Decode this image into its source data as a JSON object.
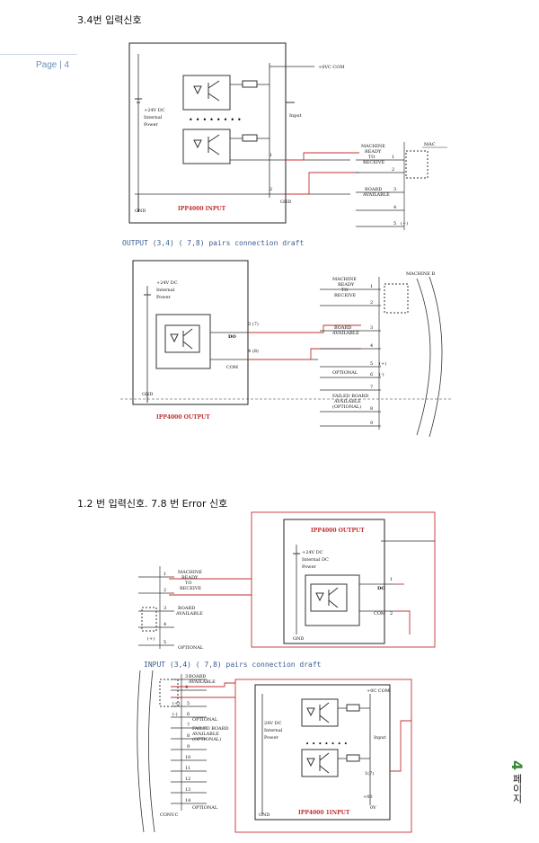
{
  "page": {
    "header_label": "Page | 4",
    "side_label": "페이지",
    "side_number": "4"
  },
  "sections": [
    {
      "heading": "3.4번  입력신호",
      "diagrams": [
        {
          "id": "ipp4000-input",
          "title": "IPP4000 INPUT",
          "supply": [
            "+24V DC",
            "Internal",
            "Power"
          ],
          "labels": {
            "com": "+0VC COM",
            "input": "Input",
            "gnd": "GND",
            "gnd_left": "GND"
          },
          "pins": [
            "1",
            "2"
          ],
          "right_signals": [
            {
              "pin": "1",
              "label": [
                "MACHINE",
                "READY",
                "TO",
                "RECEIVE"
              ]
            },
            {
              "pin": "2",
              "label": []
            },
            {
              "pin": "3",
              "label": [
                "BOARD",
                "AVAILABLE"
              ]
            },
            {
              "pin": "4",
              "label": []
            },
            {
              "pin": "5",
              "label": [
                "(+)"
              ]
            }
          ],
          "machine_label": "MAC"
        },
        {
          "id": "caption-output",
          "caption": "OUTPUT (3,4)  ( 7,8) pairs connection draft"
        },
        {
          "id": "ipp4000-output",
          "title": "IPP4000 OUTPUT",
          "supply": [
            "+24V DC",
            "Internal",
            "Power"
          ],
          "labels": {
            "do": "DO",
            "com": "COM",
            "gnd": "GND",
            "pin3": "3 (7)",
            "pin4": "4 (8)"
          },
          "machine_label": "MACHINE B",
          "right_signals": [
            {
              "pin": "1",
              "label": [
                "MACHINE",
                "READY",
                "TO",
                "RECEIVE"
              ]
            },
            {
              "pin": "2",
              "label": []
            },
            {
              "pin": "3",
              "label": [
                "BOARD",
                "AVAILABLE"
              ]
            },
            {
              "pin": "4",
              "label": []
            },
            {
              "pin": "5",
              "label": [
                "(+)"
              ]
            },
            {
              "pin": "6",
              "label": [
                "OPTIONAL",
                "(-)"
              ]
            },
            {
              "pin": "7",
              "label": [
                "FAILED BOARD",
                "AVAILABLE",
                "(OPTIONAL)"
              ]
            },
            {
              "pin": "8",
              "label": []
            },
            {
              "pin": "9",
              "label": []
            }
          ]
        }
      ]
    },
    {
      "heading": "1.2 번 입력신호. 7.8 번   Error  신호",
      "diagrams": [
        {
          "id": "ipp4000-output-2",
          "title": "IPP4000 OUTPUT",
          "supply": [
            "+24V DC",
            "Internal DC",
            "Power"
          ],
          "labels": {
            "do": "DO",
            "com": "COM",
            "gnd": "GND"
          },
          "pins": [
            "1",
            "2"
          ],
          "left_signals": [
            {
              "pin": "1",
              "label": [
                "MACHINE",
                "READY",
                "TO",
                "RECEIVE"
              ]
            },
            {
              "pin": "2",
              "label": []
            },
            {
              "pin": "3",
              "label": [
                "BOARD",
                "AVAILABLE"
              ]
            },
            {
              "pin": "4",
              "label": []
            },
            {
              "pin": "(+)",
              "label": []
            },
            {
              "pin": "5",
              "label": [
                "OPTIONAL"
              ]
            }
          ]
        },
        {
          "id": "caption-input",
          "caption": "INPUT (3,4)  ( 7,8) pairs connection draft"
        },
        {
          "id": "ipp4000-input-2",
          "title": "IPP4000 1INPUT",
          "supply": [
            "24V DC",
            "Internal",
            "Power"
          ],
          "labels": {
            "com": "+0C COM",
            "input": "Input",
            "gnd": "GND",
            "pin1": "1(7)",
            "pin2": "+00",
            "ov": "0V"
          },
          "left_signals": [
            {
              "pin": "3",
              "label": [
                "BOARD",
                "AVAILABLE"
              ]
            },
            {
              "pin": "4",
              "label": []
            },
            {
              "pin": "5",
              "label": [
                "(+)"
              ]
            },
            {
              "pin": "6",
              "label": [
                "(-)",
                "OPTIONAL"
              ]
            },
            {
              "pin": "7",
              "label": [
                "FAILED BOARD",
                "AVAILABLE",
                "(OPTIONAL)"
              ]
            },
            {
              "pin": "8",
              "label": []
            },
            {
              "pin": "9",
              "label": []
            },
            {
              "pin": "10",
              "label": []
            },
            {
              "pin": "11",
              "label": []
            },
            {
              "pin": "12",
              "label": []
            },
            {
              "pin": "13",
              "label": []
            },
            {
              "pin": "14",
              "label": [
                "OPTIONAL"
              ]
            }
          ],
          "conv_label": "CONV.C"
        }
      ]
    }
  ]
}
